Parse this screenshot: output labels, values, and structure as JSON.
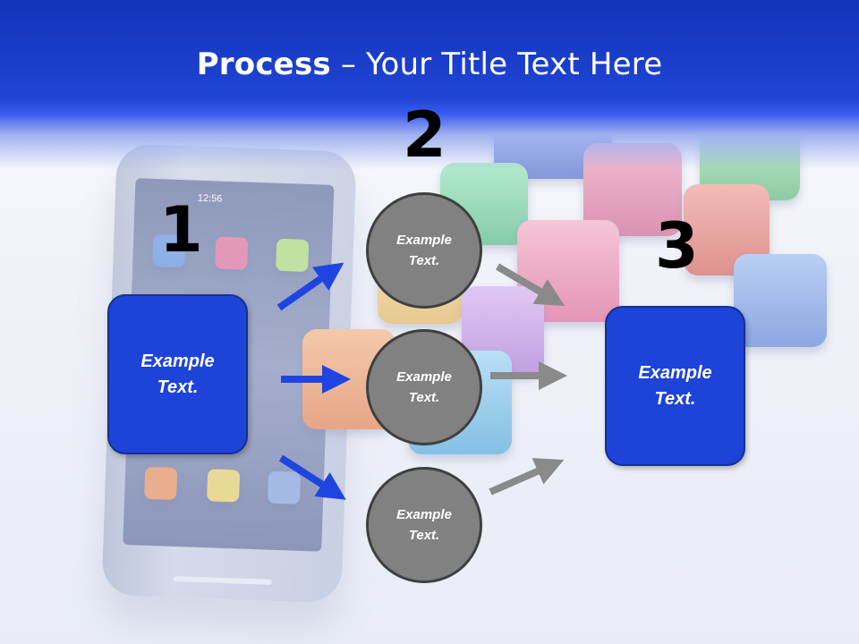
{
  "title": {
    "bold": "Process",
    "rest": " – Your Title Text Here"
  },
  "steps": [
    {
      "number": "1",
      "text": "Example\nText."
    },
    {
      "number": "2",
      "items": [
        "Example\nText.",
        "Example\nText.",
        "Example\nText."
      ]
    },
    {
      "number": "3",
      "text": "Example\nText."
    }
  ],
  "colors": {
    "title_band": "#1f45d6",
    "box_fill": "#1d43d8",
    "circle_fill": "#818181",
    "blue_arrow": "#1f45e0",
    "gray_arrow": "#8a8a8a"
  },
  "background": {
    "phone_status_time": "12:56",
    "app_icons": [
      "chat-icon",
      "music-icon",
      "cart-icon",
      "globe-icon",
      "check-icon",
      "search-icon",
      "note-icon",
      "lock-icon",
      "rss-icon",
      "percent-icon",
      "settings-icon",
      "messages-icon",
      "camera-icon"
    ]
  }
}
